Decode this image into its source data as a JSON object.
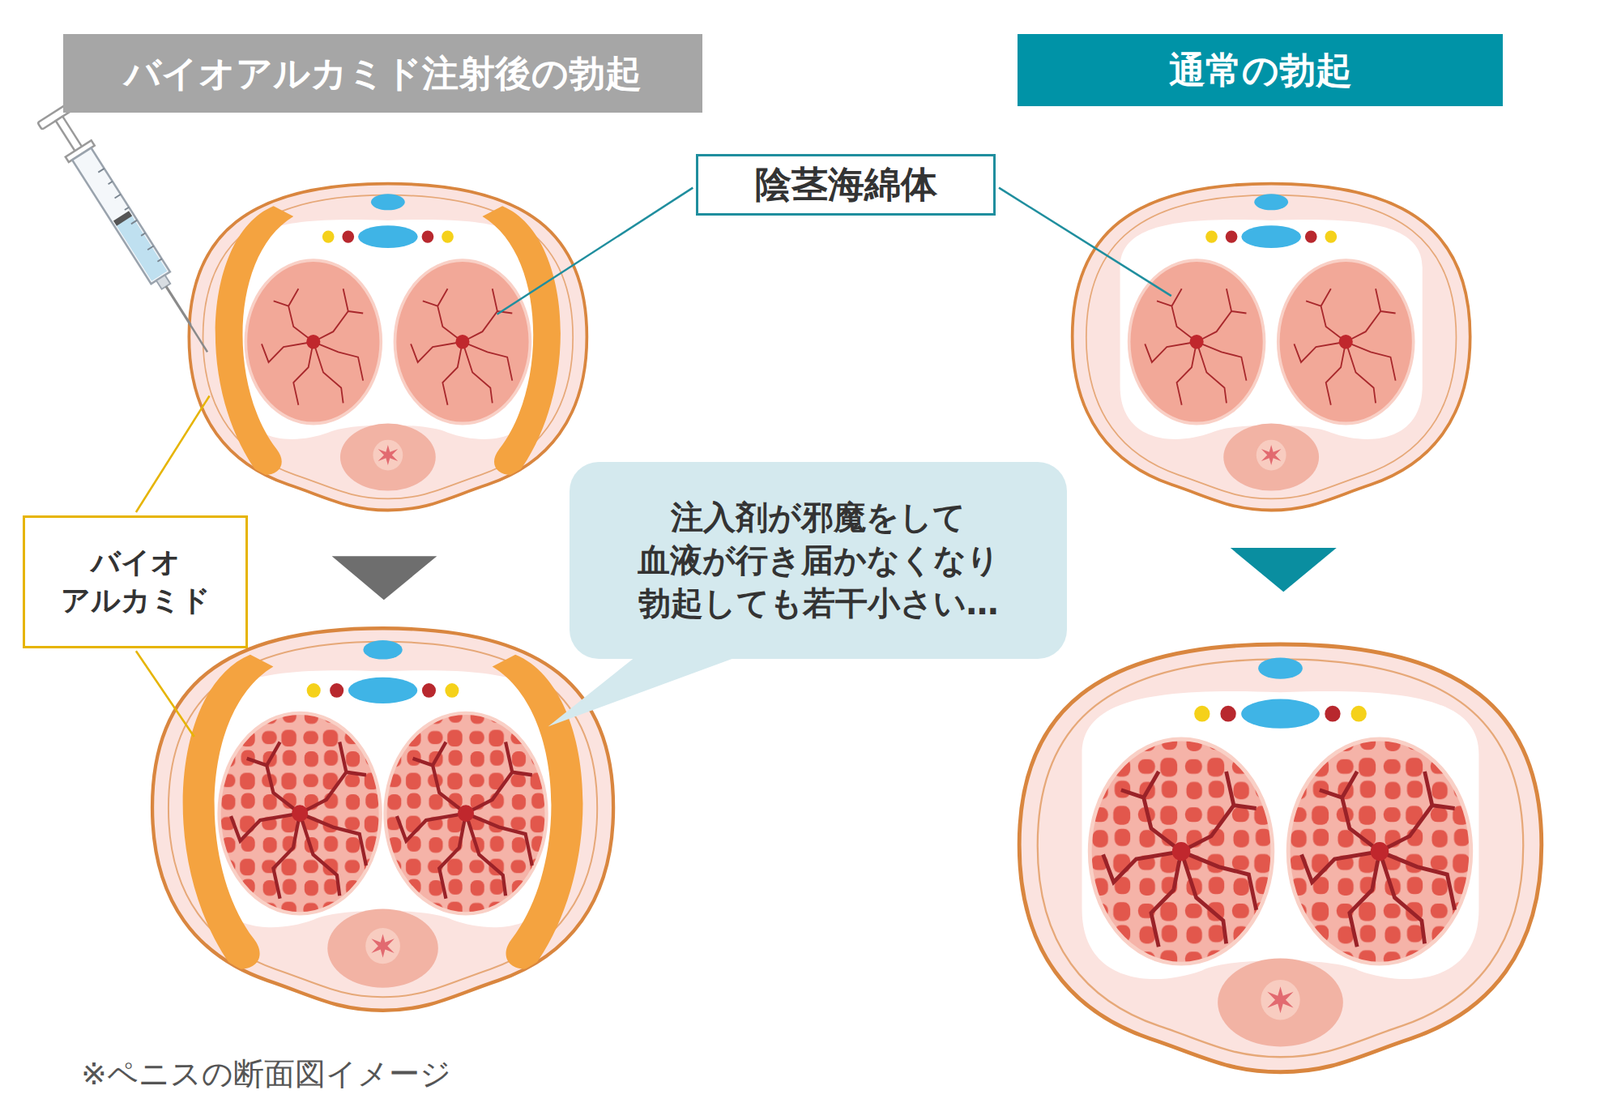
{
  "diagram": {
    "caption": "※ペニスの断面図イメージ",
    "nodes": [
      {
        "text": [
          "バイオアルカミド注射後の勃起"
        ]
      },
      {
        "text": [
          "通常の勃起"
        ]
      },
      {
        "text": [
          "陰茎海綿体"
        ]
      },
      {
        "text": [
          "バイオ アルカミド"
        ]
      },
      {
        "text": [
          "注入剤が邪魔をして 血液が行き届かなくなり 勃起しても若干小さい…"
        ]
      }
    ]
  }
}
